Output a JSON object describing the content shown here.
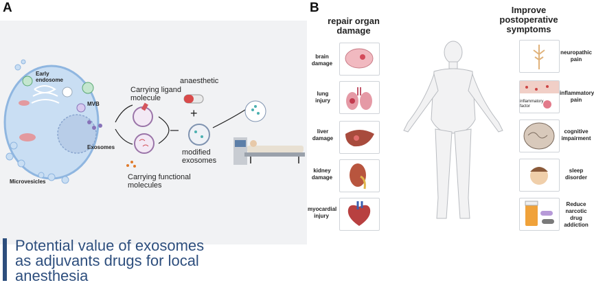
{
  "panels": {
    "a": "A",
    "b": "B"
  },
  "cell": {
    "early_endosome": "Early endosome",
    "mvb": "MVB",
    "exosomes": "Exosomes",
    "microvesicles": "Microvesicles"
  },
  "flow": {
    "ligand": "Carrying ligand molecule",
    "functional": "Carrying functional molecules",
    "anaesthetic": "anaesthetic",
    "plus": "+",
    "modified": "modified exosomes"
  },
  "caption": "Potential value of exosomes as adjuvants drugs for local anesthesia",
  "repair": {
    "heading": "repair organ damage",
    "items": [
      "brain damage",
      "lung injury",
      "liver damage",
      "kidney damage",
      "myocardial injury"
    ]
  },
  "improve": {
    "heading": "Improve postoperative symptoms",
    "items": [
      "neuropathic pain",
      "inflammatory pain",
      "cognitive impairment",
      "sleep disorder",
      "Reduce narcotic drug addiction"
    ],
    "inflammatory_factor": "inflammatory factor"
  }
}
